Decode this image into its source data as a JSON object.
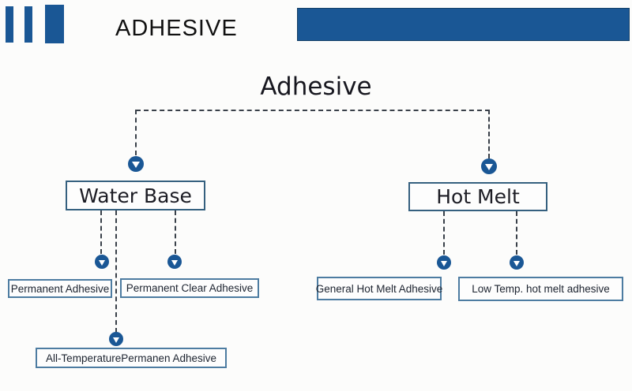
{
  "colors": {
    "accent_blue": "#1a5795",
    "box_border_light": "#4d7ca1",
    "box_border_dark": "#35607f",
    "dashed_line": "#394049",
    "text": "#1d2430"
  },
  "header": {
    "title": "ADHESIVE"
  },
  "diagram": {
    "root_label": "Adhesive",
    "branches": [
      {
        "label": "Water Base",
        "children": [
          {
            "label": "Permanent Adhesive"
          },
          {
            "label": "Permanent Clear Adhesive"
          },
          {
            "label": "All-TemperaturePermanen Adhesive"
          }
        ]
      },
      {
        "label": "Hot Melt",
        "children": [
          {
            "label": "General Hot Melt Adhesive"
          },
          {
            "label": "Low Temp. hot melt adhesive"
          }
        ]
      }
    ]
  }
}
